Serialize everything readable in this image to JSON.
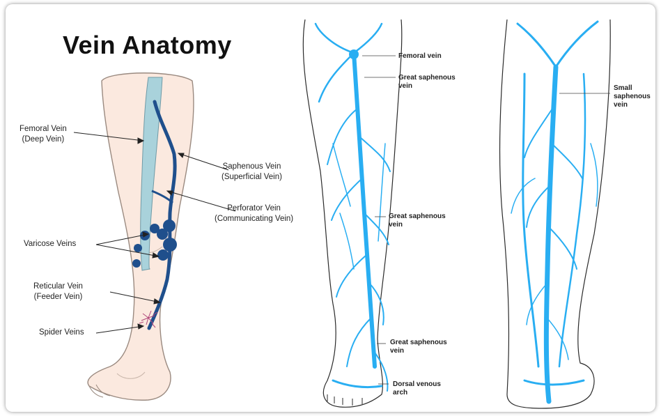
{
  "title": "Vein Anatomy",
  "colors": {
    "deep_vein": "#a9d2db",
    "superficial_vein": "#1f4f8c",
    "skin": "#fbe9df",
    "spider_vein": "#b0467a",
    "vein_map": "#29aef2"
  },
  "left_diagram": {
    "labels": [
      {
        "key": "femoral",
        "lines": [
          "Femoral Vein",
          "(Deep Vein)"
        ]
      },
      {
        "key": "saphenous",
        "lines": [
          "Saphenous Vein",
          "(Superficial Vein)"
        ]
      },
      {
        "key": "perforator",
        "lines": [
          "Perforator Vein",
          "(Communicating Vein)"
        ]
      },
      {
        "key": "varicose",
        "lines": [
          "Varicose Veins"
        ]
      },
      {
        "key": "reticular",
        "lines": [
          "Reticular Vein",
          "(Feeder Vein)"
        ]
      },
      {
        "key": "spider",
        "lines": [
          "Spider Veins"
        ]
      }
    ]
  },
  "front_leg": {
    "labels": [
      {
        "key": "femoral",
        "lines": [
          "Femoral vein"
        ]
      },
      {
        "key": "gsv_top",
        "lines": [
          "Great saphenous",
          "vein"
        ]
      },
      {
        "key": "gsv_mid",
        "lines": [
          "Great saphenous",
          "vein"
        ]
      },
      {
        "key": "gsv_low",
        "lines": [
          "Great saphenous",
          "vein"
        ]
      },
      {
        "key": "dorsal",
        "lines": [
          "Dorsal venous",
          "arch"
        ]
      }
    ]
  },
  "back_leg": {
    "labels": [
      {
        "key": "ssv",
        "lines": [
          "Small",
          "saphenous",
          "vein"
        ]
      }
    ]
  }
}
